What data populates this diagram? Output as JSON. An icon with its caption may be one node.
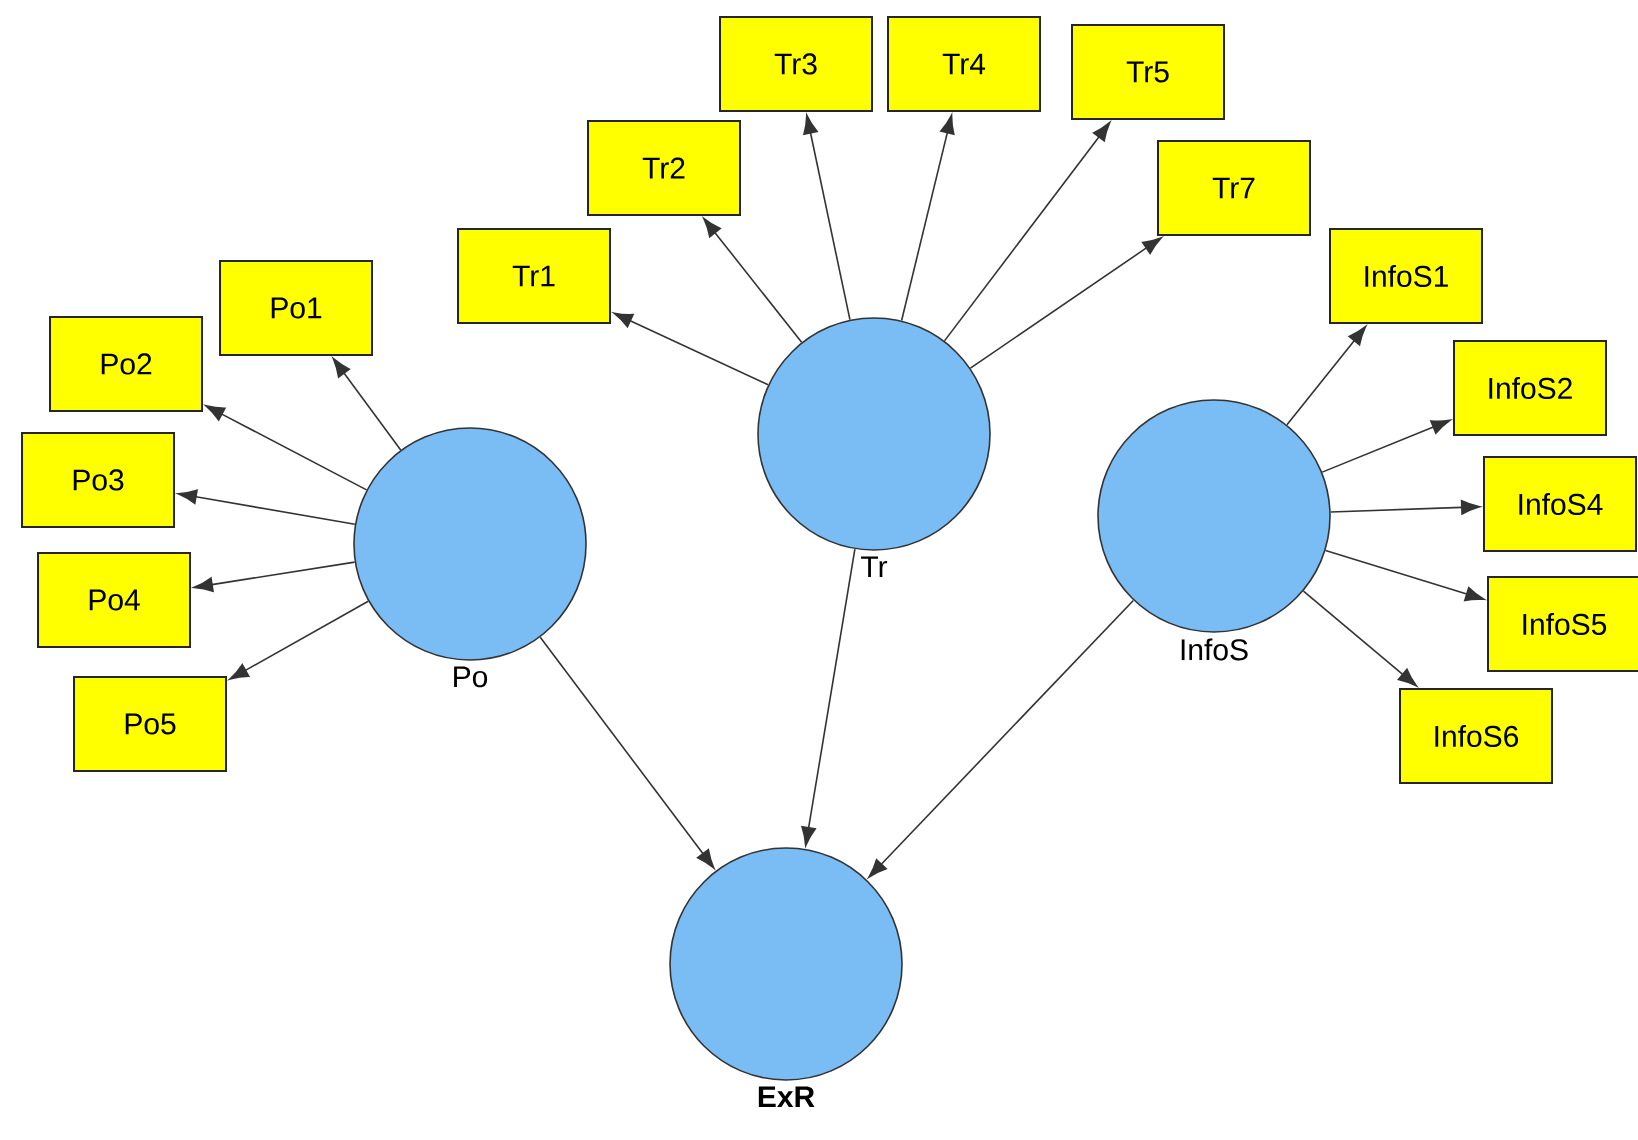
{
  "diagram": {
    "nodes": [
      {
        "text": [
          "Po"
        ]
      },
      {
        "text": [
          "Tr"
        ]
      },
      {
        "text": [
          "InfoS"
        ]
      },
      {
        "text": [
          "ExR"
        ]
      },
      {
        "text": [
          "Po1"
        ]
      },
      {
        "text": [
          "Po2"
        ]
      },
      {
        "text": [
          "Po3"
        ]
      },
      {
        "text": [
          "Po4"
        ]
      },
      {
        "text": [
          "Po5"
        ]
      },
      {
        "text": [
          "Tr1"
        ]
      },
      {
        "text": [
          "Tr2"
        ]
      },
      {
        "text": [
          "Tr3"
        ]
      },
      {
        "text": [
          "Tr4"
        ]
      },
      {
        "text": [
          "Tr5"
        ]
      },
      {
        "text": [
          "Tr7"
        ]
      },
      {
        "text": [
          "InfoS1"
        ]
      },
      {
        "text": [
          "InfoS2"
        ]
      },
      {
        "text": [
          "InfoS4"
        ]
      },
      {
        "text": [
          "InfoS5"
        ]
      },
      {
        "text": [
          "InfoS6"
        ]
      }
    ],
    "edges": [
      {
        "from": 0,
        "to": 4,
        "arrow": "to"
      },
      {
        "from": 0,
        "to": 5,
        "arrow": "to"
      },
      {
        "from": 0,
        "to": 6,
        "arrow": "to"
      },
      {
        "from": 0,
        "to": 7,
        "arrow": "to"
      },
      {
        "from": 0,
        "to": 8,
        "arrow": "to"
      },
      {
        "from": 1,
        "to": 9,
        "arrow": "to"
      },
      {
        "from": 1,
        "to": 10,
        "arrow": "to"
      },
      {
        "from": 1,
        "to": 11,
        "arrow": "to"
      },
      {
        "from": 1,
        "to": 12,
        "arrow": "to"
      },
      {
        "from": 1,
        "to": 13,
        "arrow": "to"
      },
      {
        "from": 1,
        "to": 14,
        "arrow": "to"
      },
      {
        "from": 2,
        "to": 15,
        "arrow": "to"
      },
      {
        "from": 2,
        "to": 16,
        "arrow": "to"
      },
      {
        "from": 2,
        "to": 17,
        "arrow": "to"
      },
      {
        "from": 2,
        "to": 18,
        "arrow": "to"
      },
      {
        "from": 2,
        "to": 19,
        "arrow": "to"
      },
      {
        "from": 0,
        "to": 3,
        "arrow": "to"
      },
      {
        "from": 1,
        "to": 3,
        "arrow": "to"
      },
      {
        "from": 2,
        "to": 3,
        "arrow": "to"
      }
    ]
  }
}
